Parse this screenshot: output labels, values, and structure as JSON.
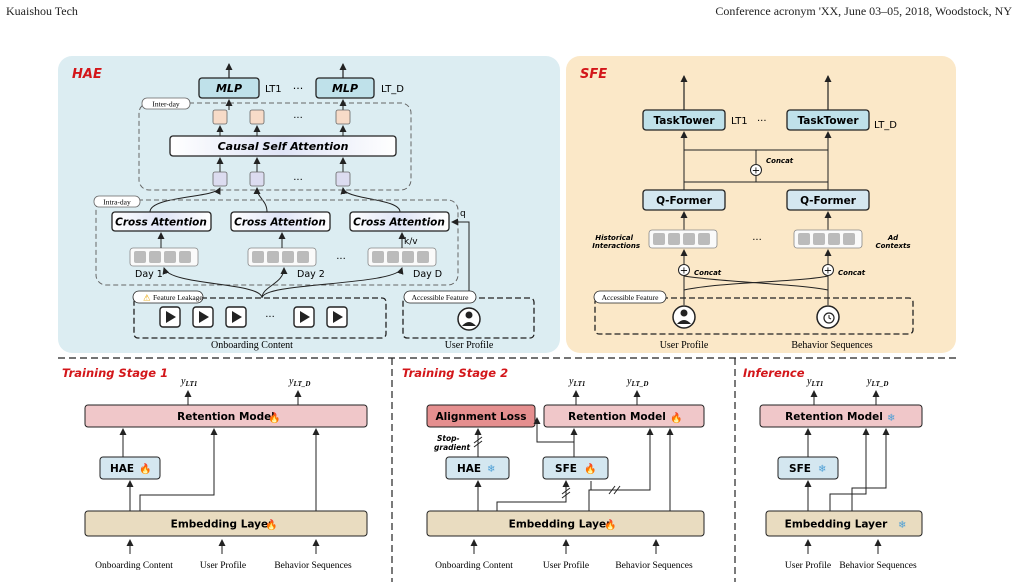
{
  "header": {
    "left": "Kuaishou Tech",
    "right": "Conference acronym 'XX, June 03–05, 2018, Woodstock, NY"
  },
  "hae": {
    "title": "HAE",
    "mlp": "MLP",
    "lt1": "LT1",
    "ltd": "LT_D",
    "dots": "···",
    "inter_day": "Inter-day",
    "intra_day": "Intra-day",
    "csa": "Causal Self Attention",
    "cross": "Cross Attention",
    "day1": "Day 1",
    "day2": "Day 2",
    "dayd": "Day D",
    "kv": "k/v",
    "q": "q",
    "leak": "Feature Leakage",
    "accessible": "Accessible Feature",
    "onboarding": "Onboarding Content",
    "user_profile": "User Profile"
  },
  "sfe": {
    "title": "SFE",
    "tasktower": "TaskTower",
    "lt1": "LT1",
    "ltd": "LT_D",
    "dots": "···",
    "concat": "Concat",
    "qformer": "Q-Former",
    "hist1": "Historical",
    "hist2": "Interactions",
    "ad1": "Ad",
    "ad2": "Contexts",
    "accessible": "Accessible Feature",
    "user_profile": "User Profile",
    "behavior": "Behavior Sequences"
  },
  "stage1": {
    "title": "Training Stage 1",
    "y1": "y",
    "y1sub": "LT1",
    "yd": "y",
    "ydsub": "LT_D",
    "retention": "Retention Model",
    "hae": "HAE",
    "embedding": "Embedding Layer",
    "in1": "Onboarding Content",
    "in2": "User Profile",
    "in3": "Behavior Sequences"
  },
  "stage2": {
    "title": "Training Stage 2",
    "y1": "y",
    "y1sub": "LT1",
    "yd": "y",
    "ydsub": "LT_D",
    "alignment": "Alignment Loss",
    "retention": "Retention Model",
    "stop1": "Stop-",
    "stop2": "gradient",
    "hae": "HAE",
    "sfe": "SFE",
    "embedding": "Embedding Layer",
    "in1": "Onboarding Content",
    "in2": "User Profile",
    "in3": "Behavior Sequences"
  },
  "inference": {
    "title": "Inference",
    "y1": "y",
    "y1sub": "LT1",
    "yd": "y",
    "ydsub": "LT_D",
    "retention": "Retention Model",
    "sfe": "SFE",
    "embedding": "Embedding Layer",
    "in1": "User Profile",
    "in2": "Behavior Sequences"
  },
  "colors": {
    "hae_panel": "#dcedf2",
    "sfe_panel": "#fbe8c8",
    "title_red": "#d3161a",
    "box_blue": "#d4e7f0",
    "mlp_blue": "#bfe1ea",
    "retention_pink": "#f0c7c9",
    "alignment_red": "#e58f8f",
    "embedding_tan": "#e9dcc0",
    "token_peach": "#f7dbc8",
    "token_lav": "#dcdcf0"
  }
}
